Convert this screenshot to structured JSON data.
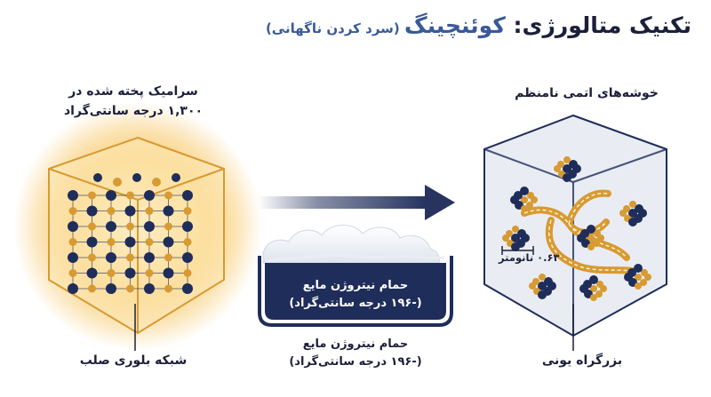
{
  "title": {
    "main": "تکنیک متالورژی: ",
    "accent": "کوئنچینگ",
    "sub": " (سرد کردن ناگهانی)"
  },
  "left": {
    "heading_line1": "سرامیک پخته شده در",
    "heading_line2": "۱,۳۰۰ درجه سانتی‌گراد",
    "caption": "شبکه بلوری صلب"
  },
  "middle": {
    "bath_line1": "حمام نیتروژن مایع",
    "bath_line2": "(-۱۹۶ درجه سانتی‌گراد)",
    "caption_line1": "حمام نیتروژن مایع",
    "caption_line2": "(-۱۹۶ درجه سانتی‌گراد)"
  },
  "right": {
    "heading": "خوشه‌های اتمی نامنظم",
    "scale": "۰.۶۳ نانومتر",
    "caption": "بزرگراه یونی"
  },
  "colors": {
    "navy": "#1f2d5a",
    "gold": "#d89a32",
    "glow": "#f5b73a",
    "cube_face": "#e9edf3",
    "arrow": "#26345f"
  },
  "icons": [
    "glowing-crystal-cube-icon",
    "arrow-right-icon",
    "liquid-nitrogen-bath-icon",
    "vapor-cloud-icon",
    "disordered-cluster-cube-icon"
  ]
}
